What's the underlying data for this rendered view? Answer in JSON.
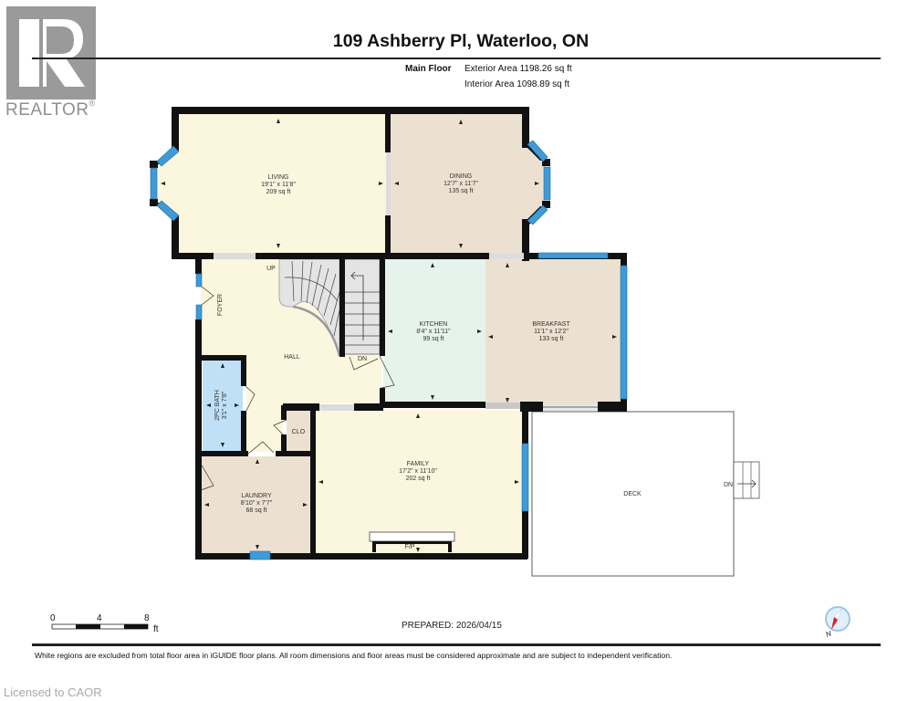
{
  "branding": {
    "logo_letter": "R",
    "logo_text": "REALTOR",
    "registered_mark": "®",
    "licensed_text": "Licensed to CAOR"
  },
  "header": {
    "title": "109 Ashberry Pl, Waterloo, ON",
    "floor_label": "Main Floor",
    "exterior_area": "Exterior Area 1198.26 sq ft",
    "interior_area": "Interior Area 1098.89 sq ft"
  },
  "rooms": {
    "living": {
      "name": "LIVING",
      "dims": "19'1\" x 11'8\"",
      "area": "209 sq ft",
      "color": "#fbf6de"
    },
    "dining": {
      "name": "DINING",
      "dims": "12'7\" x 11'7\"",
      "area": "135 sq ft",
      "color": "#ece1d0"
    },
    "kitchen": {
      "name": "KITCHEN",
      "dims": "8'4\" x 11'11\"",
      "area": "99 sq ft",
      "color": "#e6f3ec"
    },
    "breakfast": {
      "name": "BREAKFAST",
      "dims": "11'1\" x 12'2\"",
      "area": "133 sq ft",
      "color": "#ece1d0"
    },
    "hall": {
      "name": "HALL",
      "color": "#fbf6de"
    },
    "foyer": {
      "name": "FOYER"
    },
    "bath": {
      "name": "2PC BATH",
      "dims": "3'1\" x 7'8\"",
      "color": "#bfe0f7"
    },
    "closet": {
      "name": "CLO",
      "color": "#ece1d0"
    },
    "laundry": {
      "name": "LAUNDRY",
      "dims": "8'10\" x 7'7\"",
      "area": "68 sq ft",
      "color": "#ece1d0"
    },
    "family": {
      "name": "FAMILY",
      "dims": "17'2\" x 11'10\"",
      "area": "202 sq ft",
      "color": "#fbf6de"
    },
    "deck": {
      "name": "DECK"
    },
    "fireplace": {
      "name": "F/P"
    }
  },
  "stairs": {
    "up_label": "UP",
    "down_label": "DN",
    "deck_down_label": "DN"
  },
  "colors": {
    "wall": "#111111",
    "window": "#3f9ad6",
    "opening": "#dcdcdc",
    "stair": "#e4e4e4"
  },
  "scale": {
    "ticks": [
      "0",
      "4",
      "8"
    ],
    "unit": "ft"
  },
  "footer": {
    "prepared": "PREPARED: 2026/04/15",
    "disclaimer": "White regions are excluded from total floor area in iGUIDE floor plans. All room dimensions and floor areas must be considered approximate and are subject to independent verification.",
    "compass_label": "N"
  }
}
